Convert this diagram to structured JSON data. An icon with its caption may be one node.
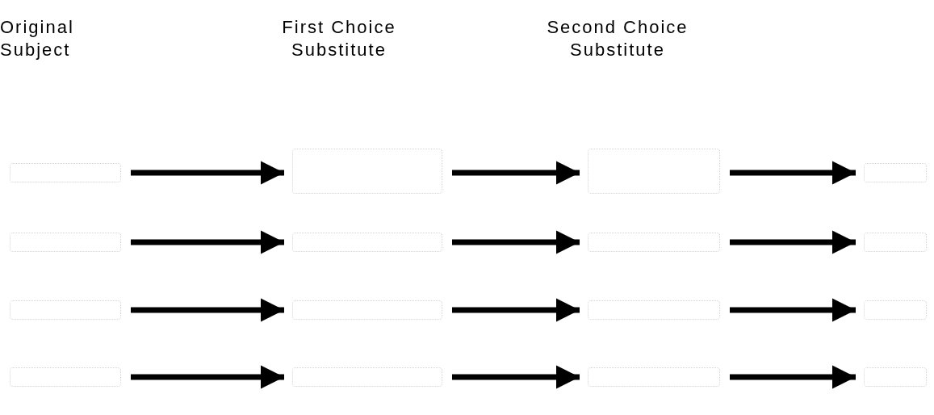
{
  "diagram": {
    "nodes": [
      {
        "text": [],
        "shape": "box"
      },
      {
        "text": [],
        "shape": "box"
      },
      {
        "text": [],
        "shape": "box"
      },
      {
        "text": [],
        "shape": "box"
      },
      {
        "text": [],
        "shape": "box"
      },
      {
        "text": [],
        "shape": "box"
      },
      {
        "text": [],
        "shape": "box"
      },
      {
        "text": [],
        "shape": "box"
      },
      {
        "text": [],
        "shape": "box"
      },
      {
        "text": [],
        "shape": "box"
      },
      {
        "text": [],
        "shape": "box"
      },
      {
        "text": [],
        "shape": "box"
      },
      {
        "text": [],
        "shape": "box"
      },
      {
        "text": [],
        "shape": "box"
      },
      {
        "text": [],
        "shape": "box"
      },
      {
        "text": [],
        "shape": "box"
      }
    ],
    "edges": [
      {
        "from": 0,
        "to": 1,
        "arrow": "to"
      },
      {
        "from": 1,
        "to": 2,
        "arrow": "to"
      },
      {
        "from": 2,
        "to": 3,
        "arrow": "to"
      },
      {
        "from": 4,
        "to": 5,
        "arrow": "to"
      },
      {
        "from": 5,
        "to": 6,
        "arrow": "to"
      },
      {
        "from": 6,
        "to": 7,
        "arrow": "to"
      },
      {
        "from": 8,
        "to": 9,
        "arrow": "to"
      },
      {
        "from": 9,
        "to": 10,
        "arrow": "to"
      },
      {
        "from": 10,
        "to": 11,
        "arrow": "to"
      },
      {
        "from": 12,
        "to": 13,
        "arrow": "to"
      },
      {
        "from": 13,
        "to": 14,
        "arrow": "to"
      },
      {
        "from": 14,
        "to": 15,
        "arrow": "to"
      }
    ],
    "labels": [
      "Original Subject",
      "First Choice Substitute",
      "Second Choice Substitute"
    ]
  }
}
